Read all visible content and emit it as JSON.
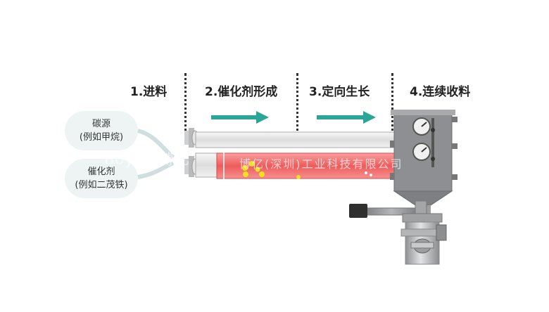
{
  "stages": [
    {
      "label": "1.进料"
    },
    {
      "label": "2.催化剂形成"
    },
    {
      "label": "3.定向生长"
    },
    {
      "label": "4.连续收料"
    }
  ],
  "inputs": {
    "carbon_source": {
      "line1": "碳源",
      "line2": "(例如甲烷)"
    },
    "catalyst": {
      "line1": "催化剂",
      "line2": "(例如二茂铁)"
    }
  },
  "watermark": {
    "brand": "Boyee 博亿",
    "company": "博亿(深圳)工业科技有限公司"
  },
  "colors": {
    "arrow": "#2aa59a",
    "hot_tube": "#ef5b5b",
    "tube": "#e8e8e8",
    "machine": "#8d8f92",
    "catalyst_dot": "#f2e21a"
  }
}
